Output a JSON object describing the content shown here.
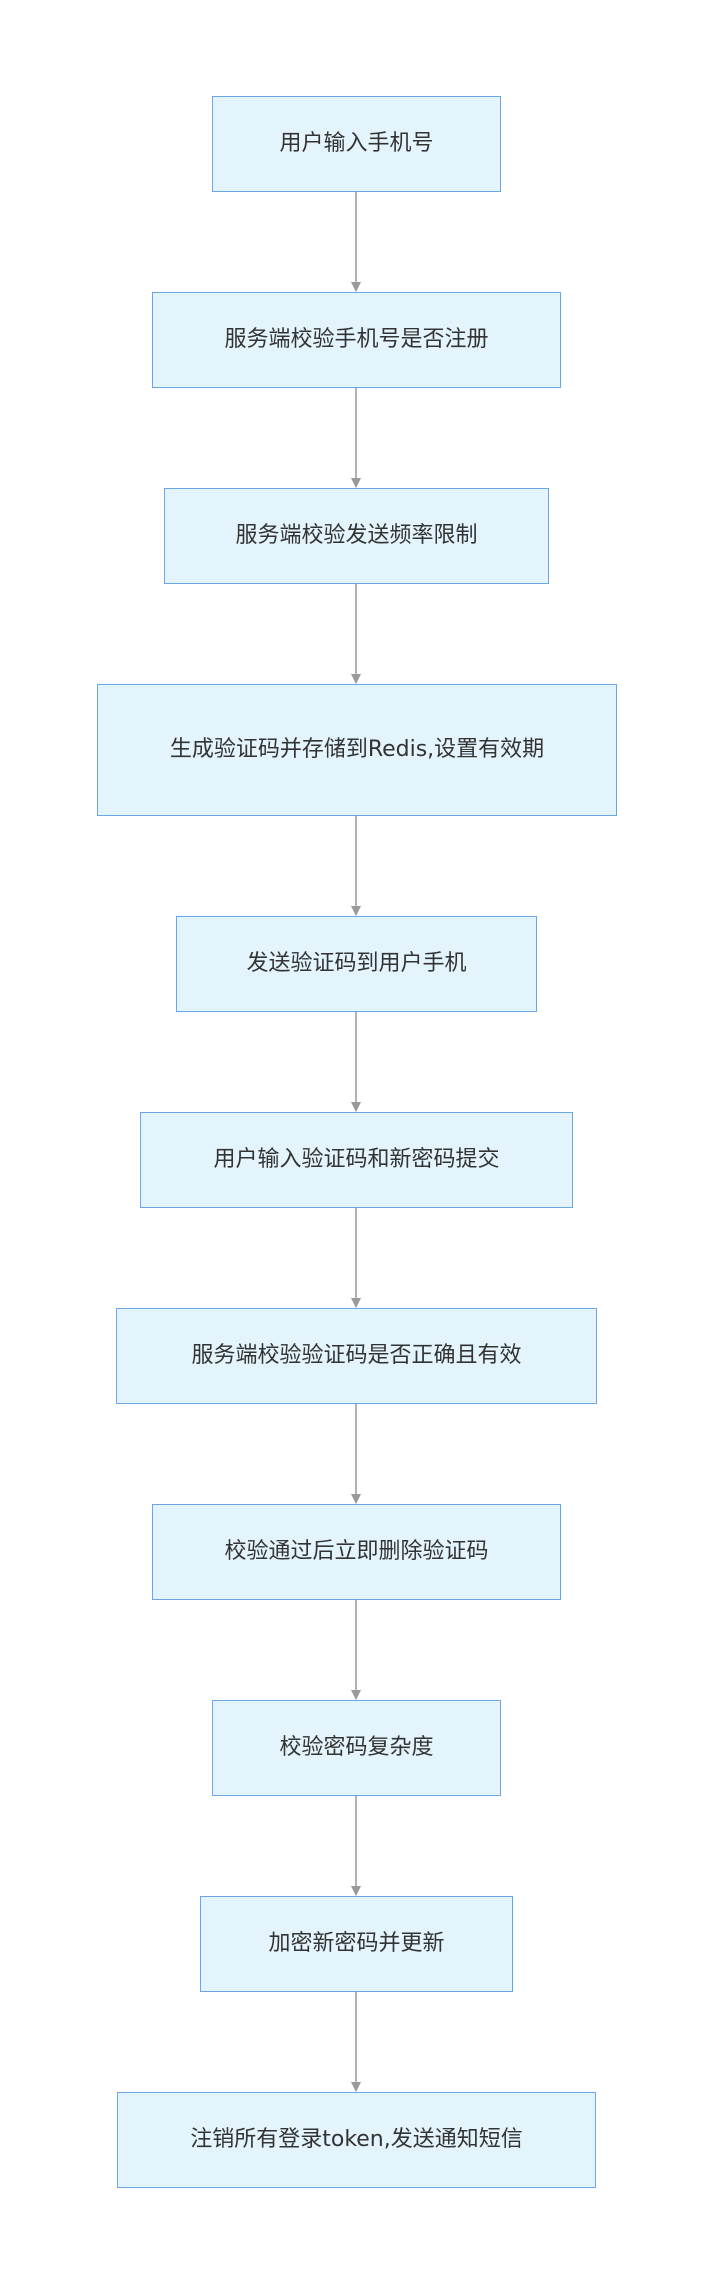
{
  "colors": {
    "node_fill": "#e3f4fc",
    "node_border": "#6aa6ec",
    "connector": "#999999",
    "text": "#333333",
    "background": "#ffffff"
  },
  "flowchart": {
    "steps": [
      {
        "label": "用户输入手机号"
      },
      {
        "label": "服务端校验手机号是否注册"
      },
      {
        "label": "服务端校验发送频率限制"
      },
      {
        "label": "生成验证码并存储到Redis,设置有效期"
      },
      {
        "label": "发送验证码到用户手机"
      },
      {
        "label": "用户输入验证码和新密码提交"
      },
      {
        "label": "服务端校验验证码是否正确且有效"
      },
      {
        "label": "校验通过后立即删除验证码"
      },
      {
        "label": "校验密码复杂度"
      },
      {
        "label": "加密新密码并更新"
      },
      {
        "label": "注销所有登录token,发送通知短信"
      }
    ]
  }
}
